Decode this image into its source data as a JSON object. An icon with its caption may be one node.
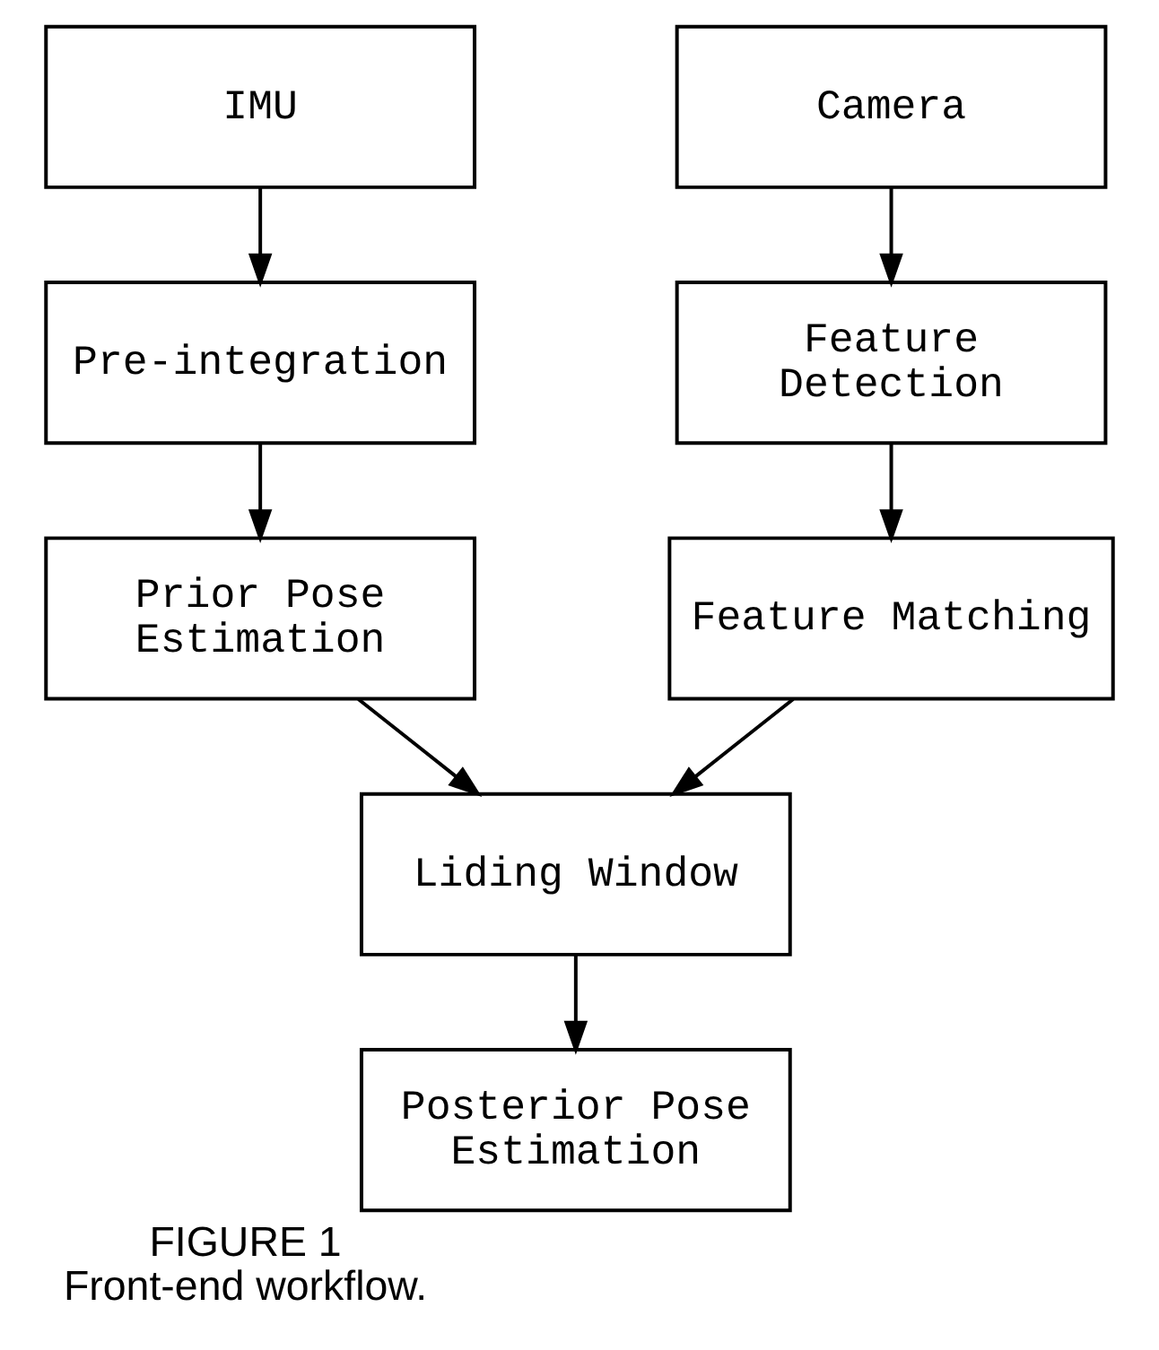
{
  "diagram": {
    "title": "FIGURE 1",
    "caption": "Front-end workflow.",
    "nodes": [
      {
        "text": [
          "IMU"
        ]
      },
      {
        "text": [
          "Camera"
        ]
      },
      {
        "text": [
          "Pre-integration"
        ]
      },
      {
        "text": [
          "Feature Detection"
        ]
      },
      {
        "text": [
          "Prior Pose Estimation"
        ]
      },
      {
        "text": [
          "Feature Matching"
        ]
      },
      {
        "text": [
          "Liding Window"
        ]
      },
      {
        "text": [
          "Posterior Pose Estimation"
        ]
      }
    ],
    "edges": [
      {
        "from": 0,
        "to": 2,
        "arrow": "to"
      },
      {
        "from": 1,
        "to": 3,
        "arrow": "to"
      },
      {
        "from": 2,
        "to": 4,
        "arrow": "to"
      },
      {
        "from": 3,
        "to": 5,
        "arrow": "to"
      },
      {
        "from": 4,
        "to": 6,
        "arrow": "to"
      },
      {
        "from": 5,
        "to": 6,
        "arrow": "to"
      },
      {
        "from": 6,
        "to": 7,
        "arrow": "to"
      }
    ]
  }
}
